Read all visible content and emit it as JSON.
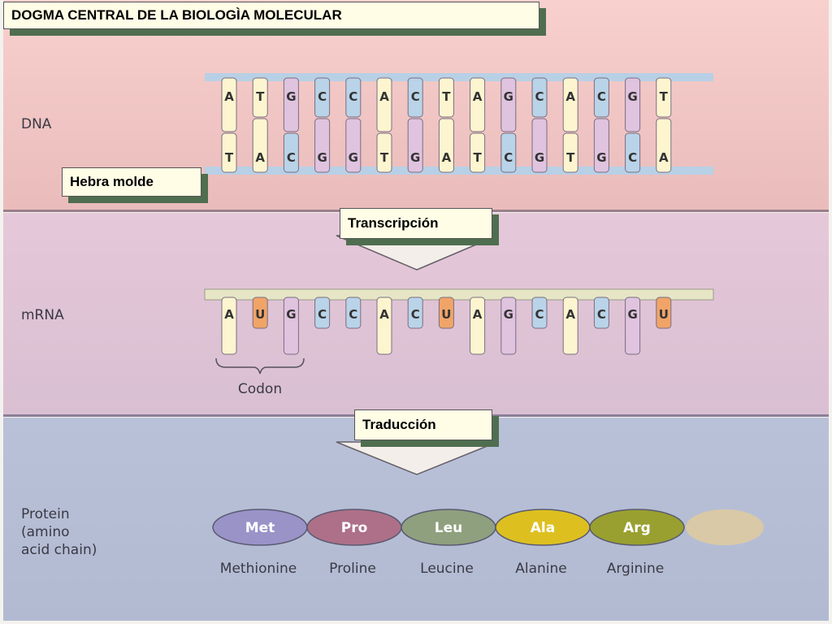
{
  "title": "DOGMA CENTRAL DE LA BIOLOGÌA MOLECULAR",
  "sections": {
    "dna_label": "DNA",
    "mrna_label": "mRNA",
    "protein_label": "Protein\n(amino\nacid chain)"
  },
  "callouts": {
    "template_strand": "Hebra molde",
    "transcription": "Transcripción",
    "translation": "Traducción"
  },
  "codon_label": "Codon",
  "dna": {
    "top": [
      "A",
      "T",
      "G",
      "C",
      "C",
      "A",
      "C",
      "T",
      "A",
      "G",
      "C",
      "A",
      "C",
      "G",
      "T"
    ],
    "bottom": [
      "T",
      "A",
      "C",
      "G",
      "G",
      "T",
      "G",
      "A",
      "T",
      "C",
      "G",
      "T",
      "G",
      "C",
      "A"
    ]
  },
  "mrna": [
    "A",
    "U",
    "G",
    "C",
    "C",
    "A",
    "C",
    "U",
    "A",
    "G",
    "C",
    "A",
    "C",
    "G",
    "U"
  ],
  "protein": [
    {
      "abbr": "Met",
      "name": "Methionine",
      "color": "#9a93c8"
    },
    {
      "abbr": "Pro",
      "name": "Proline",
      "color": "#ad7088"
    },
    {
      "abbr": "Leu",
      "name": "Leucine",
      "color": "#8ea07e"
    },
    {
      "abbr": "Ala",
      "name": "Alanine",
      "color": "#ddc020"
    },
    {
      "abbr": "Arg",
      "name": "Arginine",
      "color": "#99a030"
    },
    {
      "abbr": "",
      "name": "",
      "color": "#d9c9a6"
    }
  ],
  "colors": {
    "A": "#fdf5cf",
    "T": "#fdf5cf",
    "U": "#f0a468",
    "G": "#e0c3df",
    "C": "#b9d3e8",
    "backbone_dna": "#b8d0e6",
    "backbone_mrna": "#e6e6c6"
  }
}
